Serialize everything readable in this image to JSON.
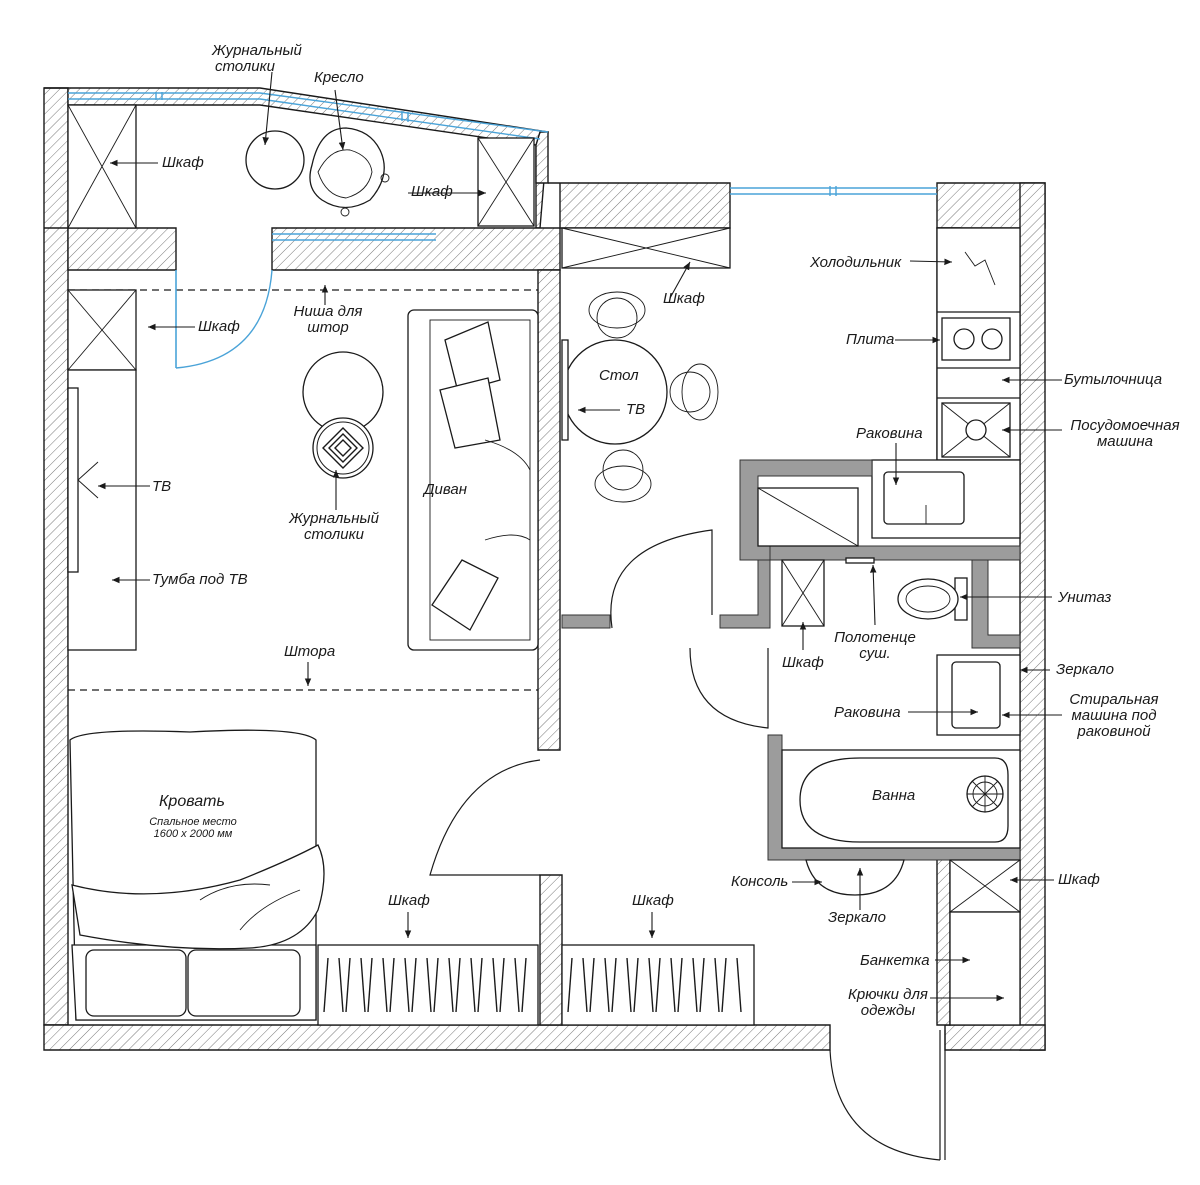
{
  "colors": {
    "wall_line": "#1a1a1a",
    "grey_wall": "#9c9c9c",
    "glass": "#4aa3d8",
    "background": "#ffffff"
  },
  "labels": {
    "balcony_tables": "Журнальный столики",
    "armchair": "Кресло",
    "balcony_wardrobe_left": "Шкаф",
    "balcony_wardrobe_right": "Шкаф",
    "living_wardrobe": "Шкаф",
    "curtain_niche": "Ниша для штор",
    "tv": "ТВ",
    "tv_stand": "Тумба под ТВ",
    "coffee_tables": "Журнальный столики",
    "sofa": "Диван",
    "curtain": "Штора",
    "bed": "Кровать",
    "bed_size": "Спальное место 1600 х 2000 мм",
    "bedroom_wardrobe": "Шкаф",
    "hall_wardrobe": "Шкаф",
    "kitchen_wardrobe": "Шкаф",
    "table": "Стол",
    "kitchen_tv": "ТВ",
    "fridge": "Холодильник",
    "stove": "Плита",
    "bottle_rack": "Бутылочница",
    "kitchen_sink": "Раковина",
    "dishwasher": "Посудомоечная машина",
    "toilet": "Унитаз",
    "towel_dryer": "Полотенце суш.",
    "bath_wardrobe": "Шкаф",
    "mirror_bath": "Зеркало",
    "bath_sink": "Раковина",
    "washer": "Стиральная машина под раковиной",
    "bathtub": "Ванна",
    "console": "Консоль",
    "mirror_hall": "Зеркало",
    "entry_wardrobe": "Шкаф",
    "bench": "Банкетка",
    "hooks": "Крючки для одежды"
  }
}
